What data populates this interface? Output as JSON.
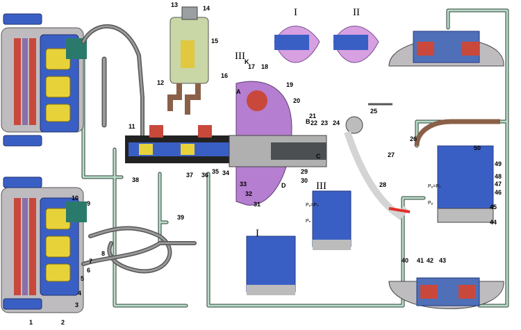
{
  "colors": {
    "fluid_line": "#b9dcc8",
    "line_outline": "#2c3e35",
    "caliper_blue": "#3a5fc4",
    "piston_yellow": "#e8d23a",
    "pad_red": "#c8483c",
    "disc_gray": "#bfbcc0",
    "booster_purple": "#b57ed0",
    "reservoir_green": "#c9d6a6",
    "hose_gray": "#6f6f6f",
    "drum_blue_shoe": "#4f6fb8",
    "pedal_gray": "#d4d4d4",
    "arrow_red": "#e0302a"
  },
  "roman": {
    "one": "I",
    "two": "II",
    "three": "III"
  },
  "valve_text": {
    "pc_eq_pb": "Pₑ=Pₙ",
    "p_small": "Pₙ",
    "ps_eq_pb": "Pₑ=Pₙ",
    "pp": "Pₚ"
  },
  "arrow_k": "K",
  "chamber": {
    "a": "A",
    "b": "B",
    "c": "C",
    "d": "D"
  },
  "labels": [
    "1",
    "2",
    "3",
    "4",
    "5",
    "6",
    "7",
    "8",
    "9",
    "10",
    "11",
    "12",
    "13",
    "14",
    "15",
    "16",
    "17",
    "18",
    "19",
    "20",
    "21",
    "22",
    "23",
    "24",
    "25",
    "26",
    "27",
    "28",
    "29",
    "30",
    "31",
    "32",
    "33",
    "34",
    "35",
    "36",
    "37",
    "38",
    "39",
    "40",
    "41",
    "42",
    "43",
    "44",
    "45",
    "46",
    "47",
    "48",
    "49",
    "50"
  ]
}
